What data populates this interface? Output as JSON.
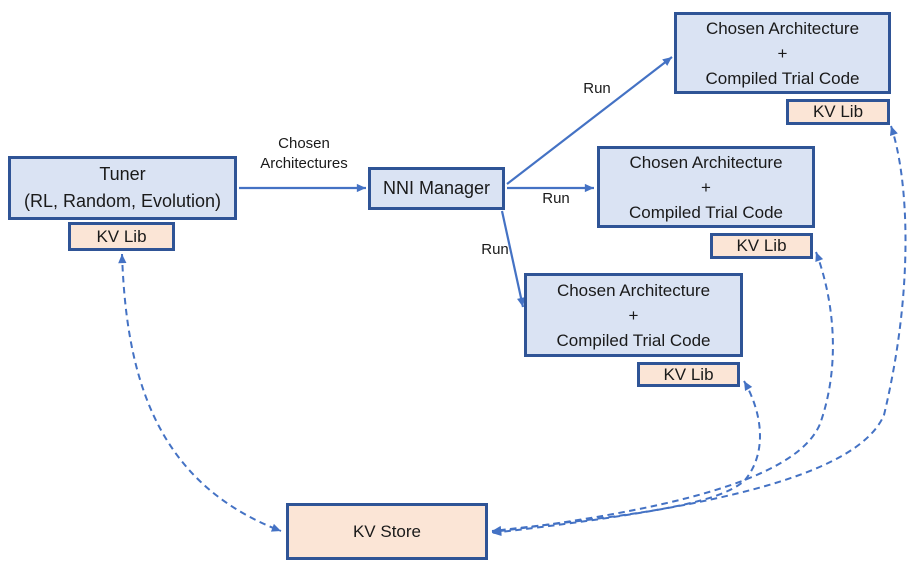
{
  "colors": {
    "background": "#ffffff",
    "node_fill_blue": "#dae3f3",
    "node_fill_peach": "#fbe5d6",
    "node_border": "#2f5496",
    "arrow": "#4472c4",
    "text": "#1a1a1a"
  },
  "nodes": {
    "tuner": {
      "line1": "Tuner",
      "line2": "(RL, Random, Evolution)"
    },
    "tuner_kvlib": {
      "label": "KV Lib"
    },
    "nni_manager": {
      "label": "NNI Manager"
    },
    "trial_top": {
      "line1": "Chosen Architecture",
      "line2": "+",
      "line3": "Compiled Trial Code"
    },
    "trial_top_kvlib": {
      "label": "KV Lib"
    },
    "trial_mid": {
      "line1": "Chosen Architecture",
      "line2": "+",
      "line3": "Compiled Trial Code"
    },
    "trial_mid_kvlib": {
      "label": "KV Lib"
    },
    "trial_bot": {
      "line1": "Chosen Architecture",
      "line2": "+",
      "line3": "Compiled Trial Code"
    },
    "trial_bot_kvlib": {
      "label": "KV Lib"
    },
    "kv_store": {
      "label": "KV Store"
    }
  },
  "edge_labels": {
    "chosen_architectures": {
      "line1": "Chosen",
      "line2": "Architectures"
    },
    "run_top": "Run",
    "run_mid": "Run",
    "run_bot": "Run"
  }
}
